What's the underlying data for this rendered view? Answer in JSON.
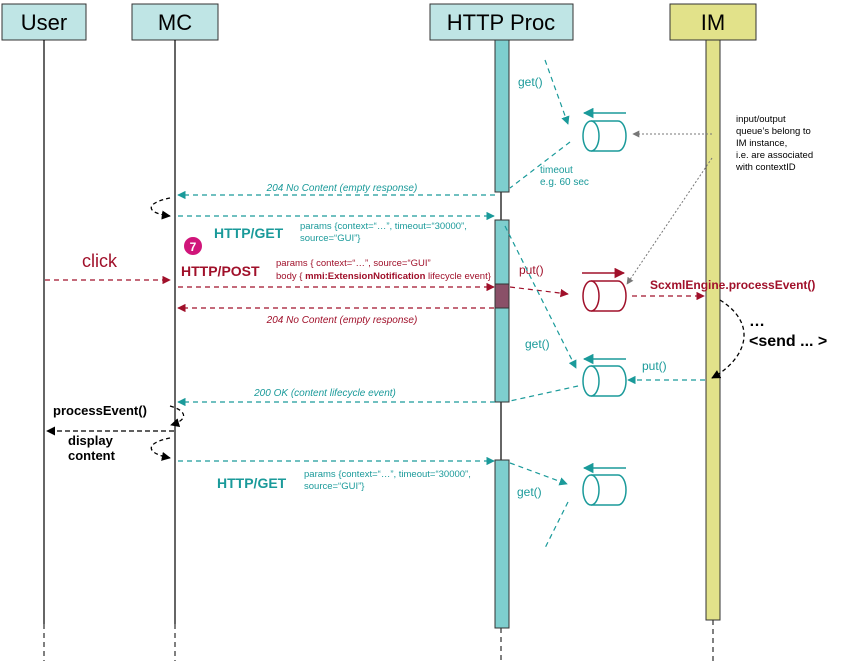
{
  "participants": {
    "user": "User",
    "mc": "MC",
    "http_proc": "HTTP Proc",
    "im": "IM"
  },
  "colors": {
    "teal": "#1a9a9a",
    "dark_red": "#a0102a",
    "lifeline_fill": "#7ecece",
    "im_fill": "#e2e28a",
    "header_fill": "#bfe5e5",
    "badge": "#d0157a"
  },
  "labels": {
    "get_1": "get()",
    "timeout_1": "timeout",
    "timeout_2": "e.g. 60 sec",
    "queue_note_1": "input/output",
    "queue_note_2": "queue’s belong to",
    "queue_note_3": "IM instance,",
    "queue_note_4": "i.e. are associated",
    "queue_note_5": "with contextID",
    "no_content_1": "204 No Content (empty response)",
    "http_get_1": "HTTP/GET",
    "params_get_1a": "params {context=“…”, timeout=“30000”,",
    "params_get_1b": "source=“GUI”}",
    "badge": "7",
    "click": "click",
    "http_post": "HTTP/POST",
    "params_post_a": "params { context=“…”, source=“GUI”",
    "params_post_b_prefix": "body { ",
    "params_post_b_bold": "mmi:ExtensionNotification",
    "params_post_b_suffix": "  lifecycle event}",
    "put_1": "put()",
    "scxml": "ScxmlEngine.processEvent()",
    "ellipsis": "…",
    "send": "<send ... >",
    "no_content_2": "204 No Content (empty response)",
    "get_2": "get()",
    "put_2": "put()",
    "ok_200": "200 OK (content  lifecycle event)",
    "process_event": "processEvent()",
    "display_1": "display",
    "display_2": "content",
    "http_get_2": "HTTP/GET",
    "params_get_2a": "params {context=“…”, timeout=“30000”,",
    "params_get_2b": "source=“GUI”}",
    "get_3": "get()"
  }
}
